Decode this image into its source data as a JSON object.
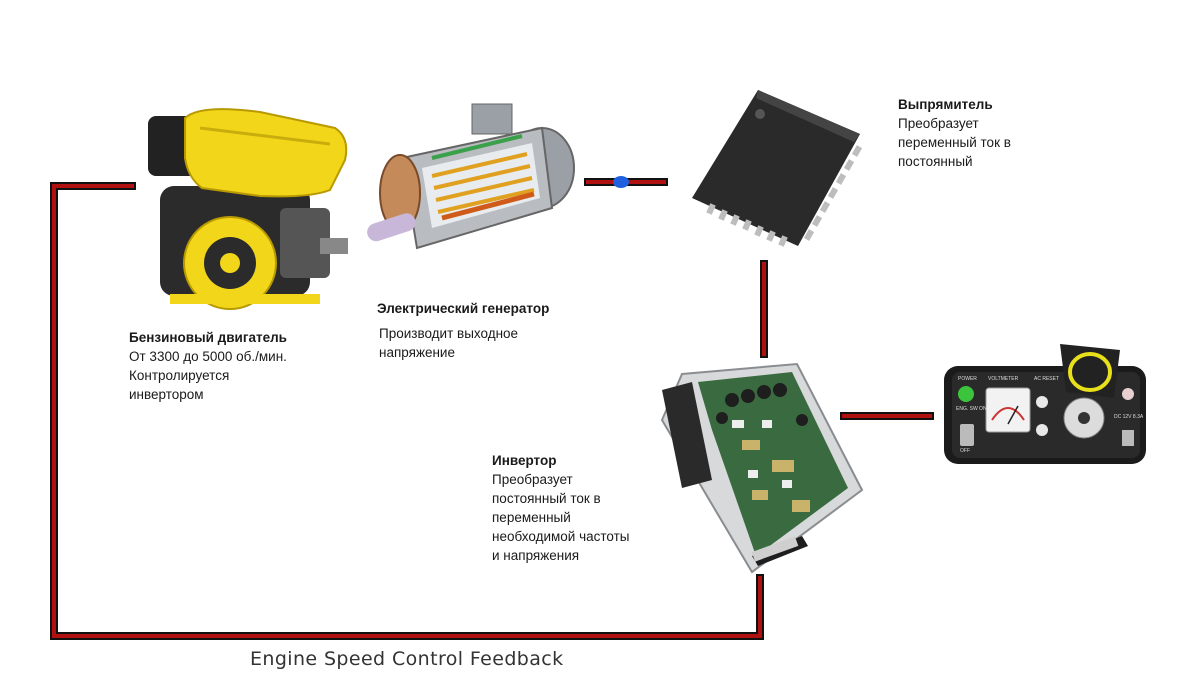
{
  "engine": {
    "title": "Бензиновый двигатель",
    "desc_lines": [
      "От 3300 до 5000 об./мин.",
      "Контролируется",
      "инвертором"
    ]
  },
  "generator": {
    "title": "Электрический генератор",
    "desc_lines": [
      "Производит выходное",
      "напряжение"
    ]
  },
  "rectifier": {
    "title": "Выпрямитель",
    "desc_lines": [
      "Преобразует",
      "переменный ток в",
      "постоянный"
    ]
  },
  "inverter": {
    "title": "Инвертор",
    "desc_lines": [
      "Преобразует",
      "постоянный ток в",
      "переменный",
      "необходимой частоты",
      "и напряжения"
    ]
  },
  "control_panel": {
    "labels": {
      "power": "POWER",
      "voltmeter": "VOLTMETER",
      "ac_reset": "AC RESET",
      "engine_on": "ENG. SW ON",
      "off": "OFF",
      "dc": "DC 12V 8.3A"
    }
  },
  "feedback_label": "Engine Speed Control Feedback",
  "colors": {
    "wire": "#b01010",
    "wire_outline": "#111111",
    "connector": "#1f5fe0",
    "engine_yellow": "#f2d61a"
  }
}
